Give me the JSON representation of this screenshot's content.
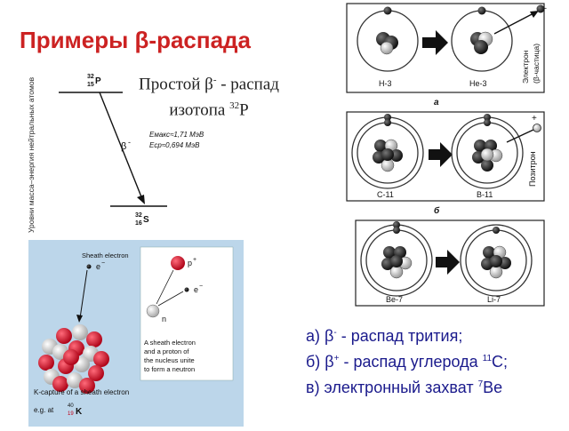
{
  "title": "Примеры β-распада",
  "subtitle": {
    "line1": "Простой β",
    "minus": "-",
    "line1_rest": " - распад",
    "line2_prefix": "изотопа ",
    "line2_mass": "32",
    "line2_symbol": "P"
  },
  "decay_diagram": {
    "axis_label": "Уровни масса–энергия нейтральных атомов",
    "parent_mass": "32",
    "parent_z": "15",
    "parent_symbol": "P",
    "daughter_mass": "32",
    "daughter_z": "16",
    "daughter_symbol": "S",
    "beta_label": "β",
    "beta_sign": "-",
    "emax": "Eмакс≈1,71 МэВ",
    "eav": "Eср≈0,694 МэВ"
  },
  "panel_a": {
    "left_label": "H-3",
    "right_label": "He-3",
    "particle_label_1": "Электрон",
    "particle_label_2": "(β-частица)",
    "particle_sign": "-",
    "caption": "а"
  },
  "panel_b": {
    "left_label": "C-11",
    "right_label": "B-11",
    "particle_label": "Позитрон",
    "particle_sign": "+",
    "caption": "б"
  },
  "panel_c": {
    "left_label": "Be-7",
    "right_label": "Li-7"
  },
  "kcapture": {
    "sheath_label": "Sheath electron",
    "e_label": "e",
    "e_sign": "−",
    "p_label": "p",
    "p_sign": "+",
    "e2_label": "e",
    "e2_sign": "−",
    "n_label": "n",
    "desc_1": "A sheath electron",
    "desc_2": "and a proton of",
    "desc_3": "the nucleus unite",
    "desc_4": "to form a neutron",
    "caption": "K-capture of a sheath electron",
    "example_prefix": "e.g. at",
    "example_mass": "40",
    "example_z": "19",
    "example_symbol": "K"
  },
  "legend": {
    "a_prefix": "а) β",
    "a_sign": "-",
    "a_rest": " - распад трития;",
    "b_prefix": "б) β",
    "b_sign": "+",
    "b_rest": " - распад углерода ",
    "b_mass": "11",
    "b_symbol": "C;",
    "c_prefix": "в) электронный захват ",
    "c_mass": "7",
    "c_symbol": "Be"
  },
  "colors": {
    "title": "#cc2222",
    "legend": "#1a1a8c",
    "proton": "#d81a2e",
    "panel_bg": "#bcd6ea"
  }
}
